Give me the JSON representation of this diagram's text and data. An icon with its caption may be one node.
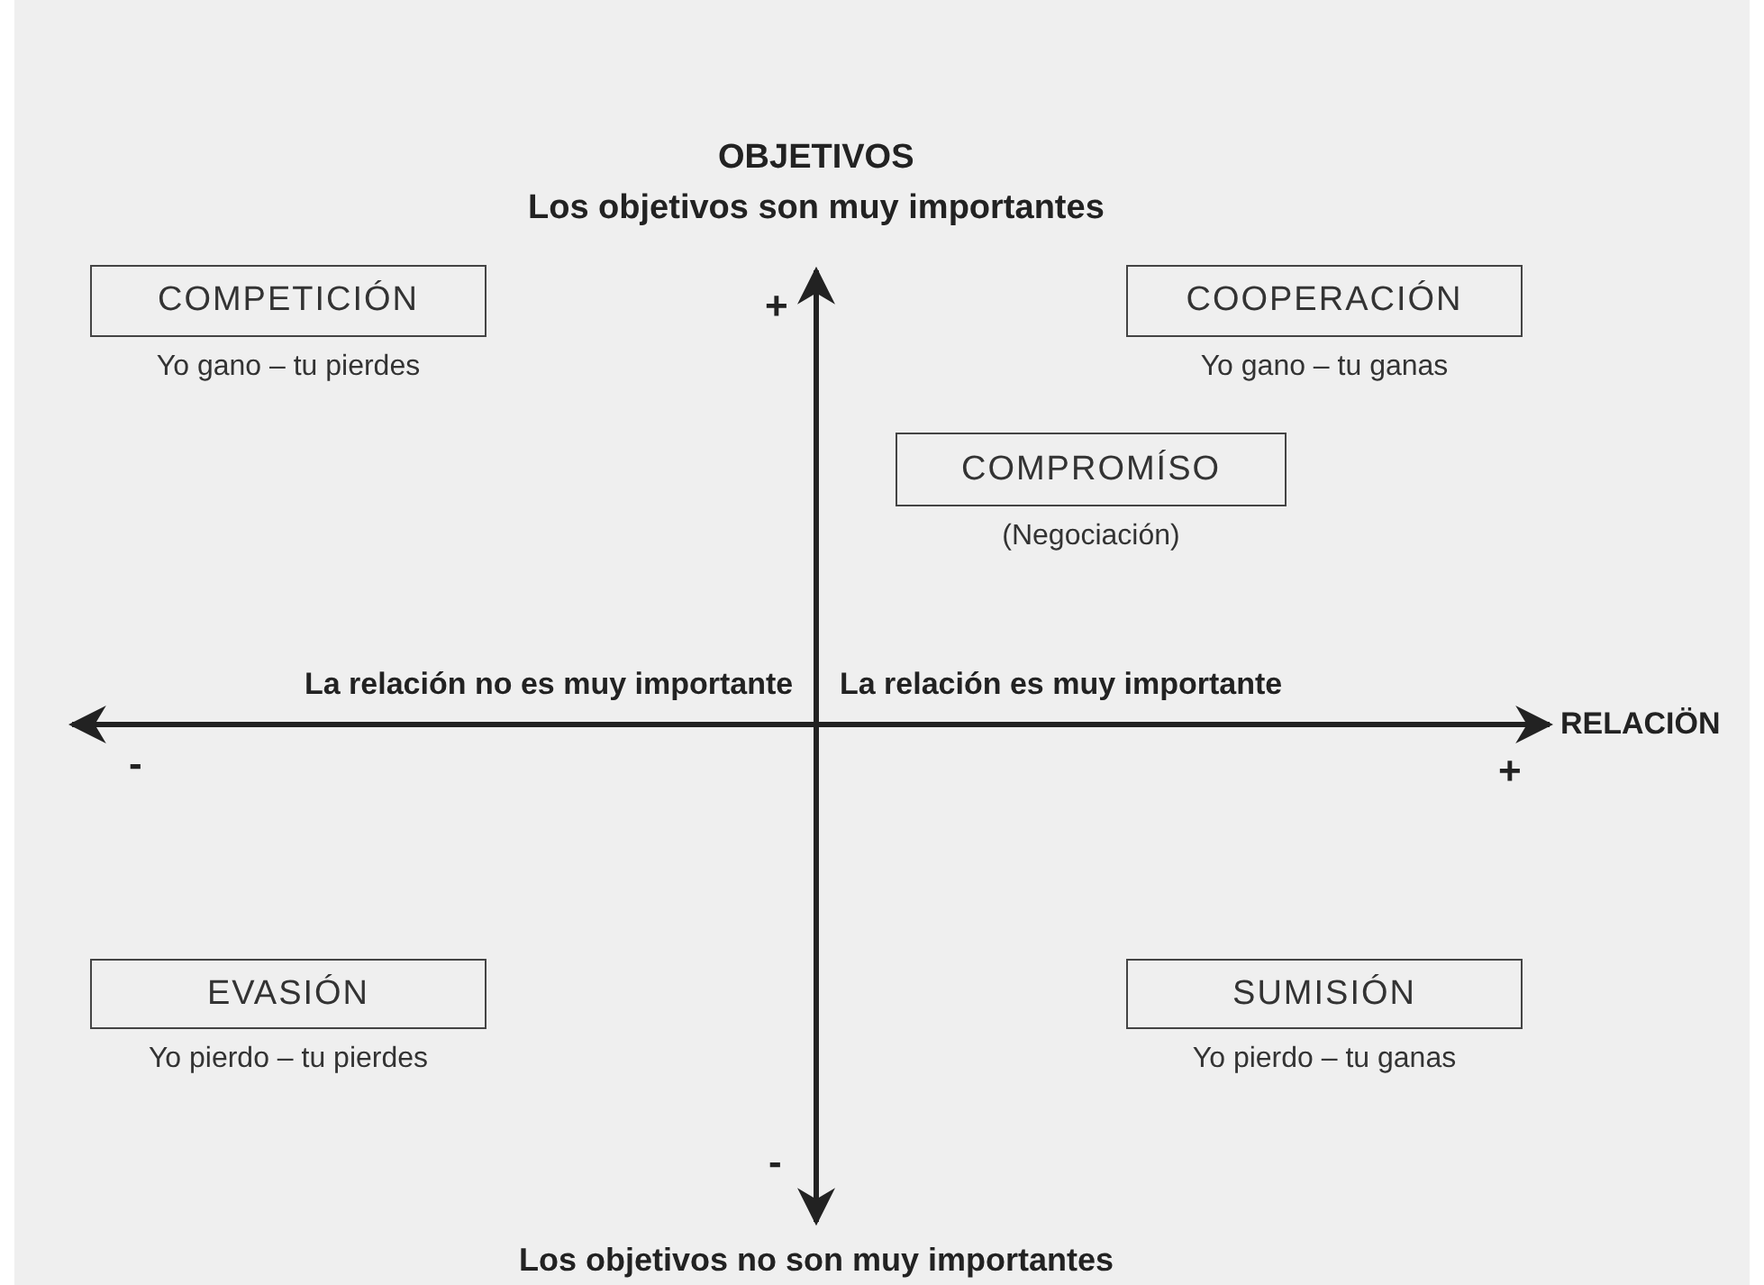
{
  "diagram": {
    "nodes": [
      {
        "text": [
          "COMPETICIÓN"
        ],
        "beside": [
          "Yo gano – tu pierdes"
        ]
      },
      {
        "text": [
          "COOPERACIÓN"
        ],
        "beside": [
          "Yo gano – tu ganas"
        ]
      },
      {
        "text": [
          "COMPROMÍSO"
        ],
        "beside": [
          "(Negociación)"
        ]
      },
      {
        "text": [
          "EVASIÓN"
        ],
        "beside": [
          "Yo pierdo – tu pierdes"
        ]
      },
      {
        "text": [
          "SUMISIÓN"
        ],
        "beside": [
          "Yo pierdo – tu ganas"
        ]
      }
    ],
    "edges": [],
    "labels": [
      "OBJETIVOS",
      "Los objetivos son muy importantes",
      "+",
      "La relación no es muy importante",
      "La relación es muy importante",
      "RELACIÖN",
      "-",
      "+",
      "-",
      "Los objetivos no son muy importantes"
    ]
  }
}
